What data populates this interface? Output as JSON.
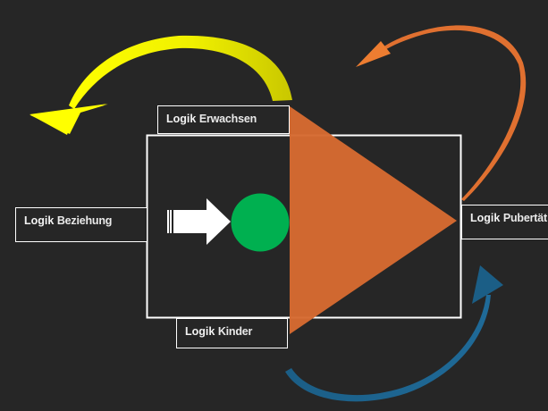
{
  "diagram": {
    "title": "",
    "labels": {
      "erwachsen": {
        "prefix": "Logik ",
        "term": "Erwachsen"
      },
      "beziehung": {
        "prefix": "Logik ",
        "term": "Beziehung"
      },
      "pubertaet": {
        "prefix": "Logik ",
        "term": "Pubertät"
      },
      "kinder": {
        "prefix": "Logik ",
        "term": "Kinder"
      }
    },
    "colors": {
      "background": "#262626",
      "frame": "#ffffff",
      "triangle": "#d66a31",
      "circle": "#00b050",
      "arrow_block": "#ffffff",
      "arrow_yellow": "#ffff00",
      "arrow_yellow_dark": "#c8c800",
      "arrow_orange": "#ed7d31",
      "arrow_blue": "#1f6591"
    },
    "shapes": [
      "central-frame",
      "play-triangle",
      "green-circle",
      "striped-right-arrow",
      "yellow-curved-arrow",
      "orange-curved-arrow",
      "blue-curved-arrow"
    ]
  }
}
